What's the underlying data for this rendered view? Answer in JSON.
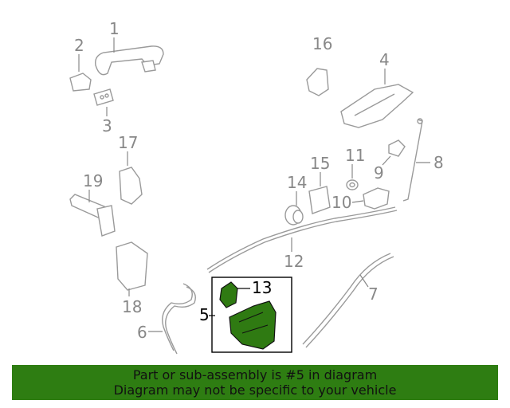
{
  "callouts": {
    "c1": "1",
    "c2": "2",
    "c3": "3",
    "c4": "4",
    "c5": "5",
    "c6": "6",
    "c7": "7",
    "c8": "8",
    "c9": "9",
    "c10": "10",
    "c11": "11",
    "c12": "12",
    "c13": "13",
    "c14": "14",
    "c15": "15",
    "c16": "16",
    "c17": "17",
    "c18": "18",
    "c19": "19"
  },
  "highlight": {
    "part_number": "5",
    "color": "#2e7d12"
  },
  "banner": {
    "line1": "Part or sub-assembly is #5 in diagram",
    "line2": "Diagram may not be specific to your vehicle"
  }
}
